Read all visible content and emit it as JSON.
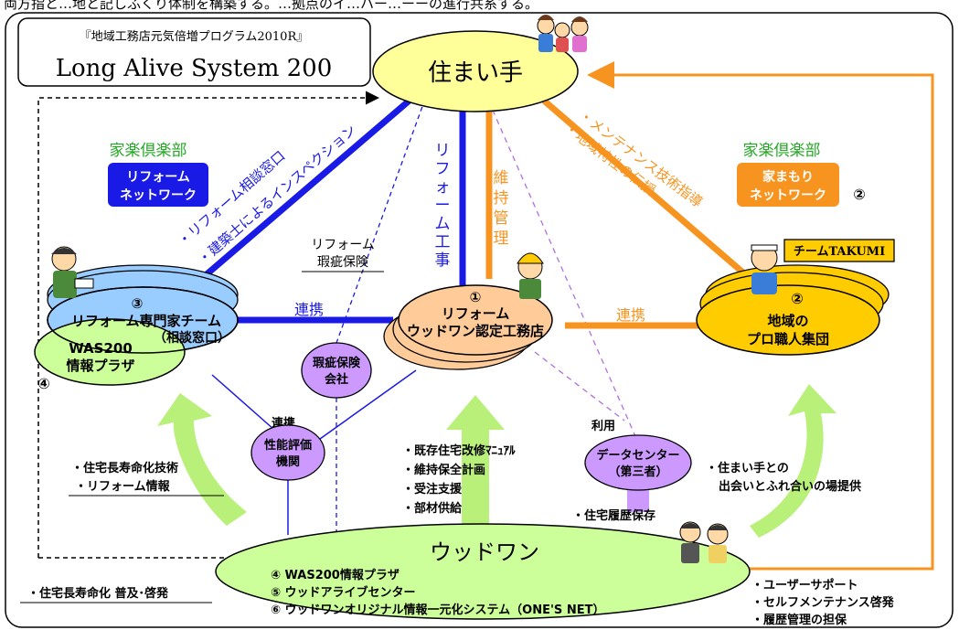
{
  "header": {
    "program": "『地域工務店元気倍増プログラム2010R』",
    "system_name": "Long Alive System 200",
    "top_strip": "両方指と…地と記しふくり体制を構築する。…拠点のイ…ハー…ーーの進行共系する。"
  },
  "nodes": {
    "sumaite": "住まい手",
    "woodone": "ウッドワン",
    "woodone_items": [
      "④ WAS200情報プラザ",
      "⑤ ウッドアライブセンター",
      "⑥ ウッドワンオリジナル情報一元化システム（ONE'S NET）"
    ],
    "center_num": "①",
    "center_line1": "リフォーム",
    "center_line2": "ウッドワン認定工務店",
    "left_num": "③",
    "left_line1": "リフォーム専門家チーム",
    "left_line2": "（相談窓口）",
    "was_line1": "WAS200",
    "was_line2": "情報プラザ",
    "was_num": "④",
    "right_num": "②",
    "right_line1": "地域の",
    "right_line2": "プロ職人集団",
    "insurer_line1": "瑕疵保険",
    "insurer_line2": "会社",
    "eval_line1": "性能評価",
    "eval_line2": "機関",
    "data_line1": "データセンター",
    "data_line2": "（第三者）"
  },
  "labels": {
    "club_left": "家楽倶楽部",
    "reform_net_1": "リフォーム",
    "reform_net_2": "ネットワーク",
    "club_right": "家楽倶楽部",
    "iemamori_1": "家まもり",
    "iemamori_2": "ネットワーク",
    "iemamori_num": "②",
    "team": "チームTAKUMI",
    "diag_left_1": "・リフォーム相談窓口",
    "diag_left_2": "・建築士によるインスペクション",
    "diag_right_1": "・メンテナンス技術指導",
    "diag_right_2": "・地域特性の伝授",
    "vert_blue": "リフォーム工事",
    "vert_orange": "維持管理",
    "reform_ins_1": "リフォーム",
    "reform_ins_2": "瑕疵保険",
    "renkei_left": "連携",
    "renkei_right": "連携",
    "renkei_eval": "連携",
    "riyou": "利用",
    "left_arrow_1": "・住宅長寿命化技術",
    "left_arrow_2": "・リフォーム情報",
    "center_list": [
      "・既存住宅改修ﾏﾆｭｱﾙ",
      "・維持保全計画",
      "・受注支援",
      "・部材供給"
    ],
    "history": "・住宅履歴保存",
    "right_arrow_1": "・住まい手との",
    "right_arrow_2": "出会いとふれ合いの場提供",
    "bottom_left": "・住宅長寿命化 普及･啓発",
    "bottom_right": [
      "・ユーザーサポート",
      "・セルフメンテナンス啓発",
      "・履歴管理の担保"
    ]
  },
  "colors": {
    "blue": "#1a1ae6",
    "orange": "#f79420",
    "light_yellow": "#ffff99",
    "light_blue": "#99ccff",
    "light_green": "#ccff99",
    "peach": "#ffcc99",
    "gold": "#ffcc00",
    "lavender": "#cc99ff",
    "arrow_green": "#b8f07a",
    "dashed_purple": "#b070e0"
  }
}
